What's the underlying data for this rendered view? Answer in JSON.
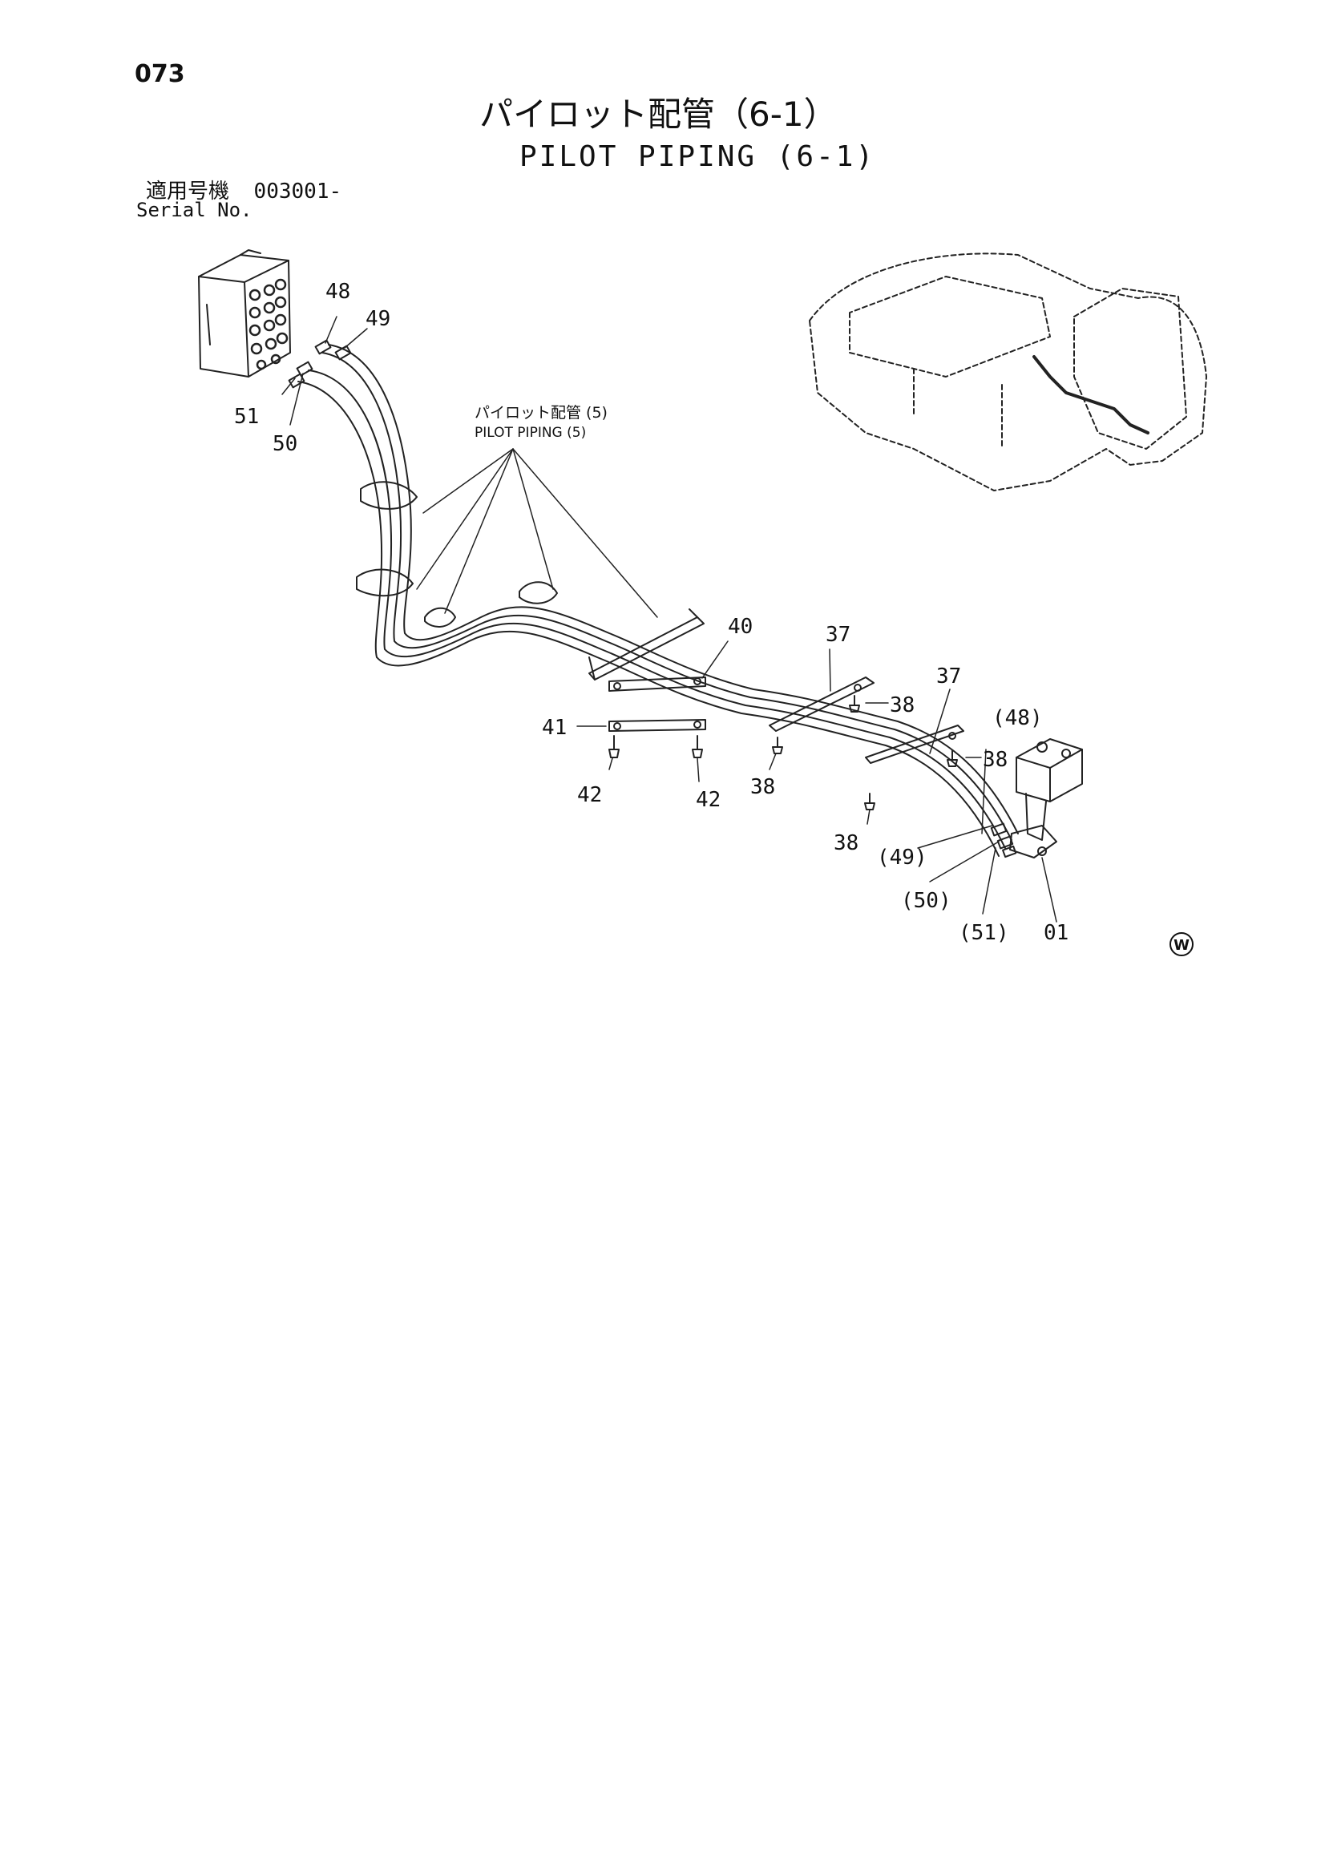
{
  "page": {
    "number": "073",
    "title_ja": "パイロット配管（6-1）",
    "title_en": "PILOT PIPING (6-1)",
    "serial_label_ja": "適用号機",
    "serial_value": "003001-",
    "serial_label_en": "Serial No."
  },
  "reference": {
    "label_ja": "パイロット配管 (5)",
    "label_en": "PILOT PIPING (5)"
  },
  "part_labels": [
    "48",
    "49",
    "51",
    "50",
    "40",
    "37",
    "37",
    "38",
    "38",
    "41",
    "42",
    "42",
    "38",
    "(48)",
    "38",
    "(49)",
    "(50)",
    "(51)",
    "01"
  ],
  "mark": "W"
}
